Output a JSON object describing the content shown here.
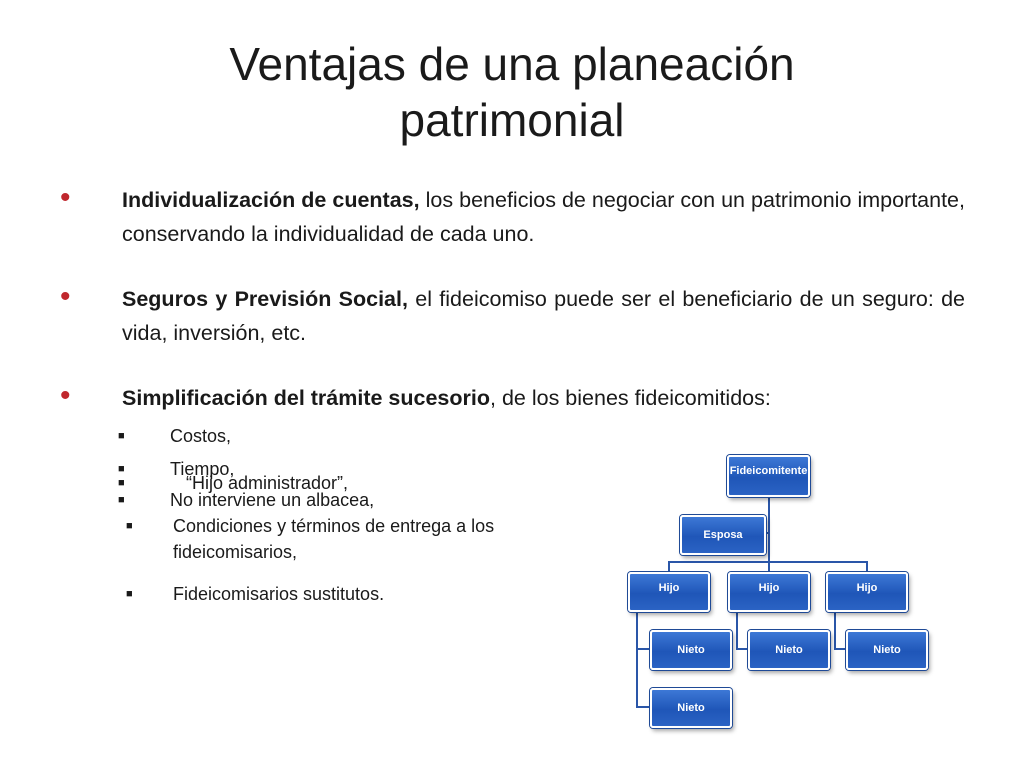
{
  "slide": {
    "title_line1": "Ventajas de una planeación",
    "title_line2": "patrimonial",
    "bullets": [
      {
        "bold": "Individualización de cuentas,",
        "text": " los beneficios de negociar con un patrimonio importante, conservando la individualidad de cada uno."
      },
      {
        "bold": "Seguros y Previsión Social,",
        "text": " el fideicomiso puede ser el beneficiario de un seguro: de vida, inversión, etc."
      },
      {
        "bold": "Simplificación del trámite sucesorio",
        "text": ", de los bienes fideicomitidos:"
      }
    ],
    "sub_items": [
      "Costos,",
      "Tiempo,",
      "“Hijo administrador”,",
      "No interviene un albacea,",
      "Condiciones y términos de entrega a los fideicomisarios,",
      "Fideicomisarios sustitutos."
    ],
    "bullet_glyph": "•",
    "sub_glyph": "■",
    "colors": {
      "bullet": "#c0272d",
      "box": "#1f56b8",
      "connector": "#2a56a8"
    }
  },
  "org_chart": {
    "root": "Fideicomitente",
    "assistant": "Esposa",
    "children": [
      "Hijo",
      "Hijo",
      "Hijo"
    ],
    "grandchildren": [
      [
        "Nieto",
        "Nieto"
      ],
      [
        "Nieto"
      ],
      [
        "Nieto"
      ]
    ]
  }
}
